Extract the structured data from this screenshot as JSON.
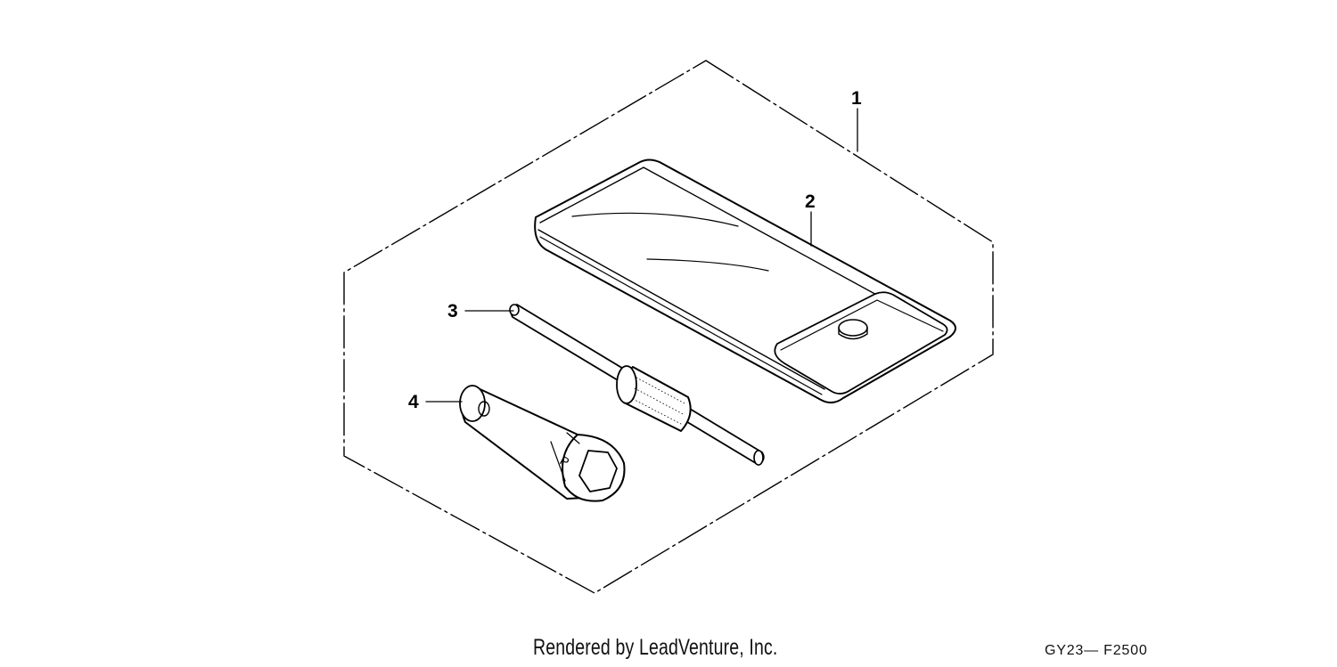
{
  "diagram": {
    "callouts": [
      {
        "id": "1",
        "label": "1"
      },
      {
        "id": "2",
        "label": "2"
      },
      {
        "id": "3",
        "label": "3"
      },
      {
        "id": "4",
        "label": "4"
      }
    ],
    "socket_marking": "P"
  },
  "footer": {
    "credit": "Rendered by LeadVenture, Inc.",
    "figure_code": "GY23— F2500"
  },
  "colors": {
    "line": "#000000",
    "background": "#ffffff"
  }
}
